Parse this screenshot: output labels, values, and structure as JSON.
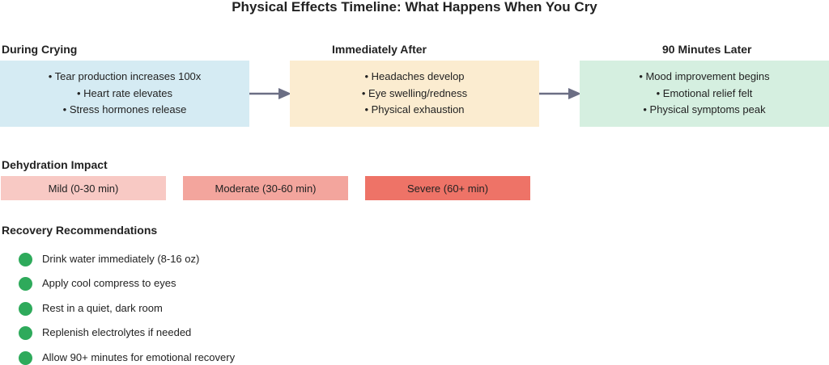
{
  "title": "Physical Effects Timeline: What Happens When You Cry",
  "stages": [
    {
      "heading": "During Crying",
      "color": "#d5ebf3",
      "bullets": [
        "• Tear production increases 100x",
        "• Heart rate elevates",
        "• Stress hormones release"
      ]
    },
    {
      "heading": "Immediately After",
      "color": "#fbecd0",
      "bullets": [
        "• Headaches develop",
        "• Eye swelling/redness",
        "• Physical exhaustion"
      ]
    },
    {
      "heading": "90 Minutes Later",
      "color": "#d5efe0",
      "bullets": [
        "• Mood improvement begins",
        "• Emotional relief felt",
        "• Physical symptoms peak"
      ]
    }
  ],
  "arrow_color": "#6b6e84",
  "dehydration": {
    "heading": "Dehydration Impact",
    "levels": [
      {
        "label": "Mild (0-30 min)",
        "color": "#f8c9c4"
      },
      {
        "label": "Moderate (30-60 min)",
        "color": "#f3a59d"
      },
      {
        "label": "Severe (60+ min)",
        "color": "#ee7367"
      }
    ]
  },
  "recovery": {
    "heading": "Recovery Recommendations",
    "dot_color": "#2eaa5b",
    "items": [
      "Drink water immediately (8-16 oz)",
      "Apply cool compress to eyes",
      "Rest in a quiet, dark room",
      "Replenish electrolytes if needed",
      "Allow 90+ minutes for emotional recovery"
    ]
  }
}
